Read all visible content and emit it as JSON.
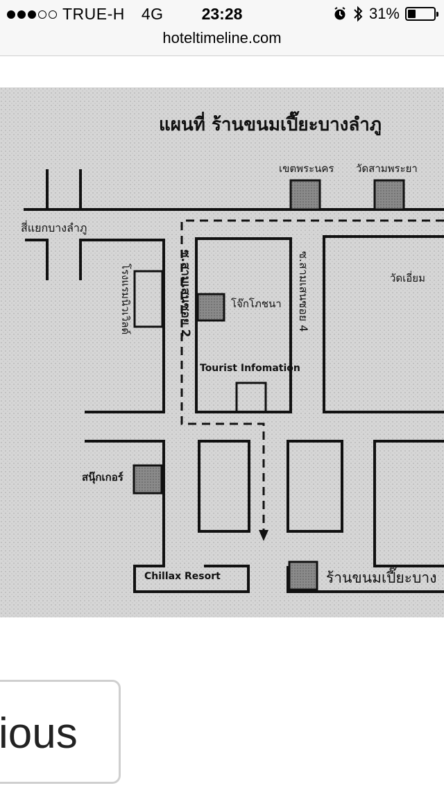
{
  "status_bar": {
    "carrier": "TRUE-H",
    "network": "4G",
    "time": "23:28",
    "battery_percent": "31%",
    "battery_level": 0.31,
    "signal_bars": 3,
    "alarm_icon": "alarm-clock-icon",
    "bluetooth_icon": "bluetooth-icon"
  },
  "browser": {
    "url": "hoteltimeline.com"
  },
  "map": {
    "title": "แผนที่ ร้านขนมเปี๊ยะบางลำภู",
    "labels": {
      "police": "เขตพระนคร",
      "wat_samphraya": "วัดสามพระยา",
      "intersection": "สี่แยกบางลำภู",
      "soi2": "ซ.สามเสนซอย 2",
      "soi4": "ซ.สามเสนซอย 4",
      "hotel": "โรงแรมนิวเวิลด์",
      "jik": "โจ๊กโภชนา",
      "wat_in": "วัดเอี่ยม",
      "tourist_info": "Tourist Infomation",
      "snooker": "สนุ๊กเกอร์",
      "chillax": "Chillax Resort",
      "shop": "ร้านขนมเปี๊ยะบาง"
    }
  },
  "navigation": {
    "previous_label": "ious"
  }
}
